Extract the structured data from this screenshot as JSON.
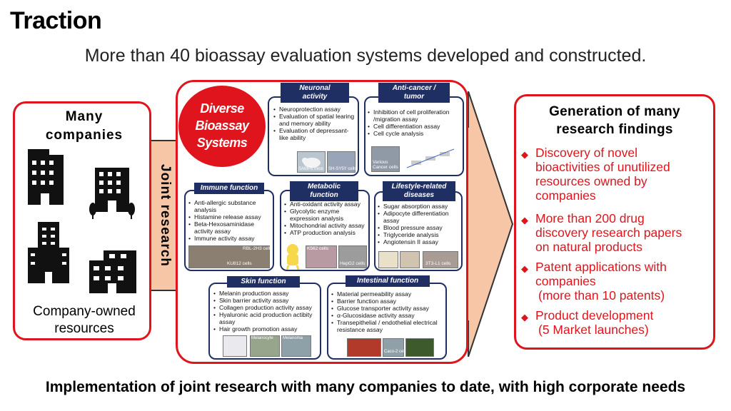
{
  "header": {
    "title": "Traction",
    "subtitle": "More than 40 bioassay evaluation systems developed and constructed."
  },
  "left": {
    "title_line1": "Many",
    "title_line2": "companies",
    "caption_line1": "Company-owned",
    "caption_line2": "resources",
    "icons": [
      "office-building-icon",
      "office-building-icon",
      "office-building-icon",
      "office-building-icon"
    ]
  },
  "joint": {
    "label": "Joint research"
  },
  "center": {
    "badge_line1": "Diverse",
    "badge_line2": "Bioassay",
    "badge_line3": "Systems",
    "panels": {
      "neuronal": {
        "title_line1": "Neuronal",
        "title_line2": "activity",
        "items": [
          "Neuroprotection assay",
          "Evaluation of spatial learing and memory ability",
          "Evaluation of depressant-like ability"
        ],
        "photo_labels": [
          "SAMP8 mice",
          "SH-SY5Y cells"
        ]
      },
      "anticancer": {
        "title_line1": "Anti-cancer /",
        "title_line2": "tumor",
        "items": [
          "Inhibition of cell proliferation /migration assay",
          "Cell differentiation assay",
          "Cell cycle analysis"
        ],
        "photo_labels": [
          "Various Cancer cells"
        ]
      },
      "immune": {
        "title": "Immune function",
        "items": [
          "Anti-allergic substance analysis",
          "Histamine release assay",
          "Beta-Hexosaminidase activity assay",
          "Immune activity assay"
        ],
        "photo_labels": [
          "RBL-2H3 cells",
          "KU812 cells"
        ]
      },
      "metabolic": {
        "title_line1": "Metabolic",
        "title_line2": "function",
        "items": [
          "Anti-oxidant activity assay",
          "Glycolytic enzyme expression analysis",
          "Mitochondrial activity assay",
          "ATP production analysis"
        ],
        "photo_labels": [
          "K562 cells",
          "HepG2 cells"
        ]
      },
      "lifestyle": {
        "title_line1": "Lifestyle-related",
        "title_line2": "diseases",
        "items": [
          "Sugar absorption assay",
          "Adipocyte differentiation assay",
          "Blood pressure assay",
          "Triglyceride analysis",
          "Angiotensin II assay"
        ],
        "photo_labels": [
          "3T3-L1 cells"
        ]
      },
      "skin": {
        "title": "Skin function",
        "items": [
          "Melanin production assay",
          "Skin barrier activity assay",
          "Collagen production activity assay",
          "Hyaluronic acid production actibity assay",
          "Hair growth promotion assay"
        ],
        "photo_labels": [
          "Melanocyte",
          "Melanoma"
        ]
      },
      "intestinal": {
        "title": "Intestinal function",
        "items": [
          "Material permeability assay",
          "Barrier function assay",
          "Glucose transporter activity assay",
          "α-Glucosidase activity assay",
          "Transepithelial / endothelial electrical resistance assay"
        ],
        "photo_labels": [
          "Caco-2 cells"
        ]
      }
    }
  },
  "right": {
    "title_line1": "Generation of many",
    "title_line2": "research findings",
    "findings": [
      {
        "lines": [
          "Discovery of novel",
          "bioactivities of unutilized",
          "resources owned by",
          "companies"
        ]
      },
      {
        "lines": [
          "More than 200 drug",
          "discovery research papers",
          "on natural products"
        ]
      },
      {
        "lines": [
          "Patent applications with",
          "companies",
          "(more than 10 patents)"
        ]
      },
      {
        "lines": [
          "Product development",
          "(5 Market launches)"
        ]
      }
    ],
    "bullet_icon": "diamond-icon",
    "accent": "#e0141c"
  },
  "footer": {
    "text": "Implementation of joint research with many companies to date, with high corporate needs"
  },
  "colors": {
    "red": "#e0141c",
    "navy": "#1f2f63",
    "arrow_fill": "#f7c6a6"
  }
}
